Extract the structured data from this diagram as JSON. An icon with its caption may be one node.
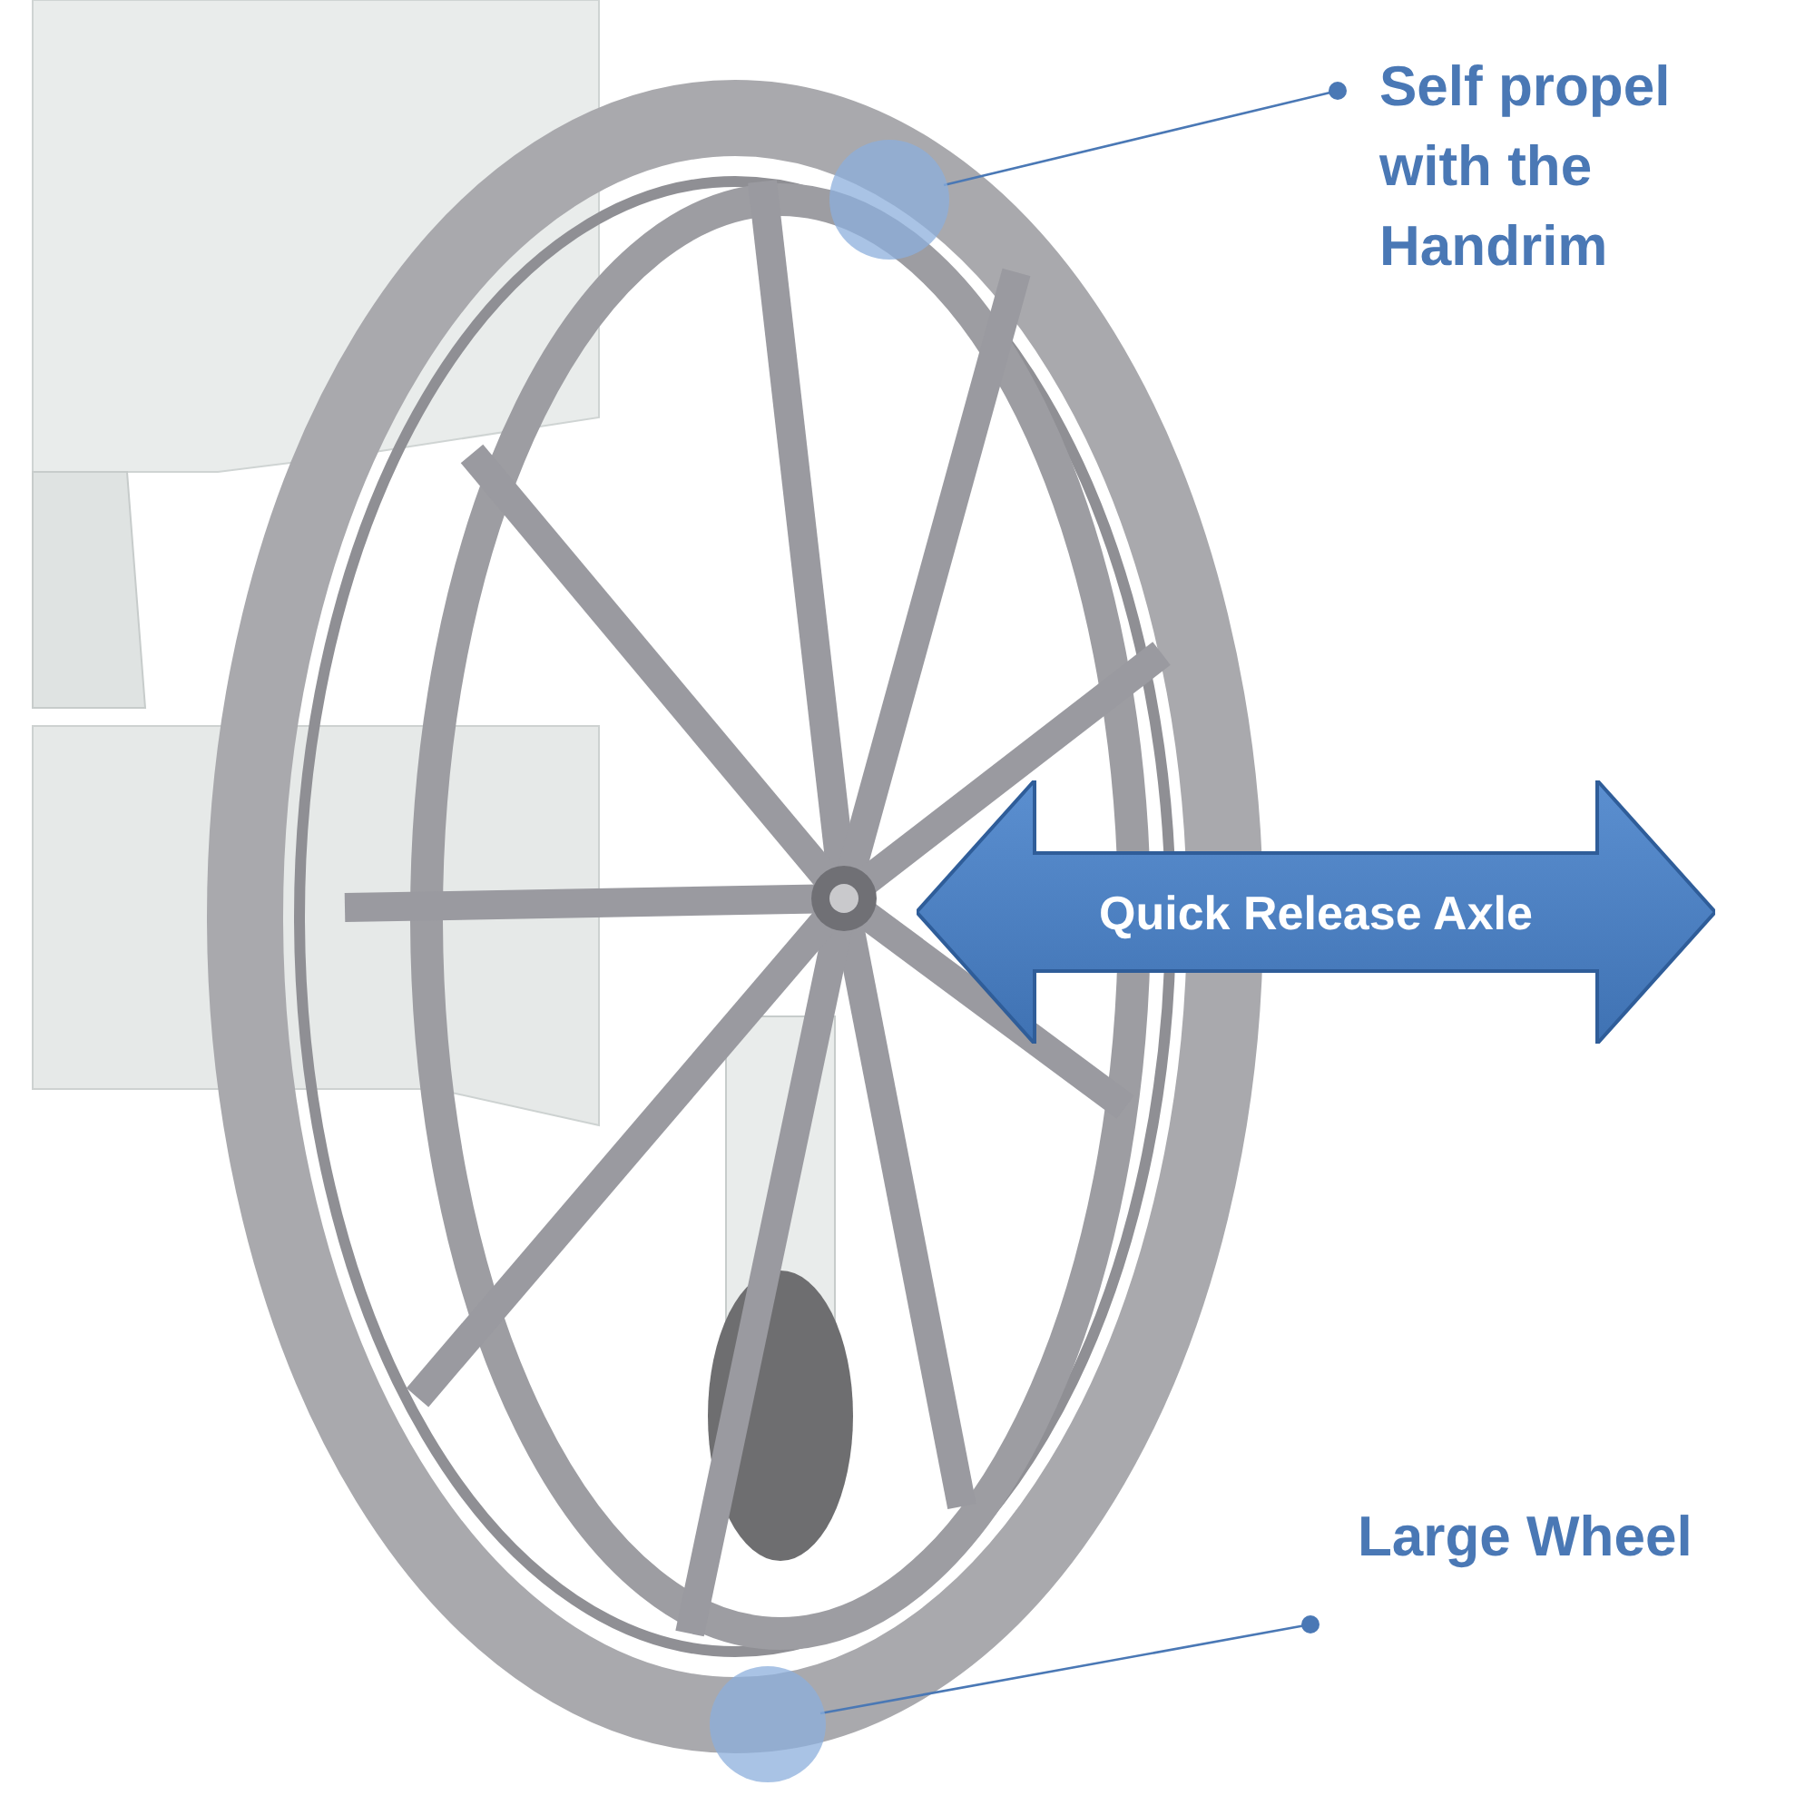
{
  "diagram": {
    "nodes": [
      {
        "text": [
          "Self propel with the Handrim"
        ]
      },
      {
        "text": [],
        "shape": "circle"
      },
      {
        "text": [
          "Quick Release Axle"
        ]
      },
      {
        "text": [
          "Large Wheel"
        ]
      },
      {
        "text": [],
        "shape": "circle"
      }
    ],
    "edges": [
      {
        "from": 0,
        "to": 1,
        "arrow": "other"
      },
      {
        "from": 3,
        "to": 4,
        "arrow": "other"
      }
    ]
  }
}
